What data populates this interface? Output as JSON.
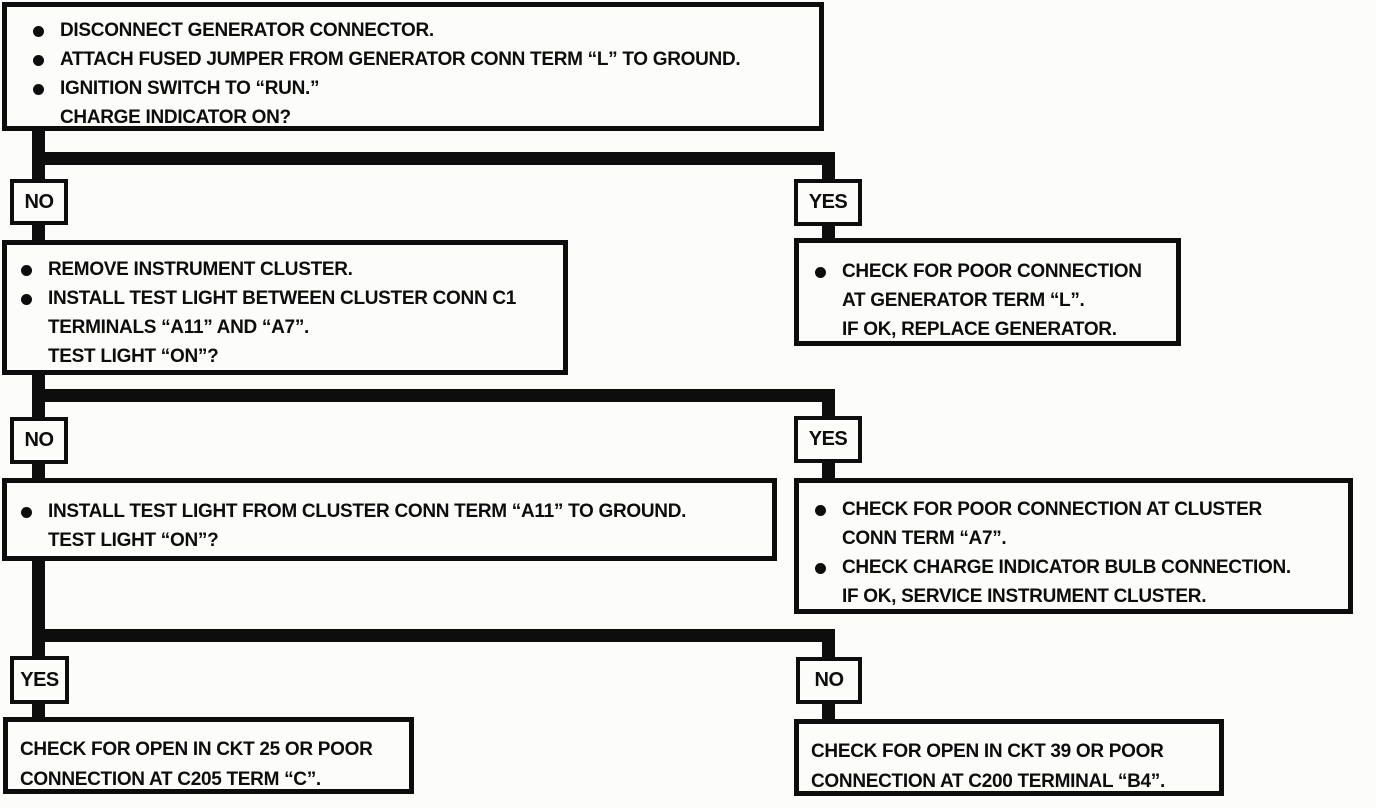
{
  "flowchart": {
    "step1": {
      "items": [
        {
          "lines": [
            "DISCONNECT GENERATOR CONNECTOR."
          ]
        },
        {
          "lines": [
            "ATTACH FUSED JUMPER FROM GENERATOR CONN TERM “L” TO GROUND."
          ]
        },
        {
          "lines": [
            "IGNITION SWITCH TO “RUN.”",
            "CHARGE INDICATOR ON?"
          ]
        }
      ]
    },
    "branch1": {
      "no": "NO",
      "yes": "YES"
    },
    "step2": {
      "items": [
        {
          "lines": [
            "REMOVE INSTRUMENT CLUSTER."
          ]
        },
        {
          "lines": [
            "INSTALL TEST LIGHT BETWEEN CLUSTER CONN C1",
            "TERMINALS “A11” AND “A7”.",
            "TEST LIGHT “ON”?"
          ]
        }
      ]
    },
    "result_yes1": {
      "items": [
        {
          "lines": [
            "CHECK FOR POOR CONNECTION",
            "AT GENERATOR TERM “L”.",
            "IF OK, REPLACE GENERATOR."
          ]
        }
      ]
    },
    "branch2": {
      "no": "NO",
      "yes": "YES"
    },
    "step3": {
      "items": [
        {
          "lines": [
            "INSTALL TEST LIGHT FROM CLUSTER CONN TERM “A11” TO GROUND.",
            "TEST LIGHT “ON”?"
          ]
        }
      ]
    },
    "result_yes2": {
      "items": [
        {
          "lines": [
            "CHECK FOR POOR CONNECTION AT CLUSTER",
            "CONN TERM “A7”."
          ]
        },
        {
          "lines": [
            "CHECK CHARGE INDICATOR BULB CONNECTION.",
            "IF OK, SERVICE INSTRUMENT CLUSTER."
          ]
        }
      ]
    },
    "branch3": {
      "yes": "YES",
      "no": "NO"
    },
    "result_ckt25": {
      "lines": [
        "CHECK FOR OPEN IN CKT 25 OR POOR",
        "CONNECTION AT C205 TERM “C”."
      ]
    },
    "result_ckt39": {
      "lines": [
        "CHECK FOR OPEN IN CKT 39 OR POOR",
        "CONNECTION AT C200 TERMINAL “B4”."
      ]
    }
  },
  "colors": {
    "ink": "#0d0d0d",
    "paper": "#fcfcfa"
  }
}
